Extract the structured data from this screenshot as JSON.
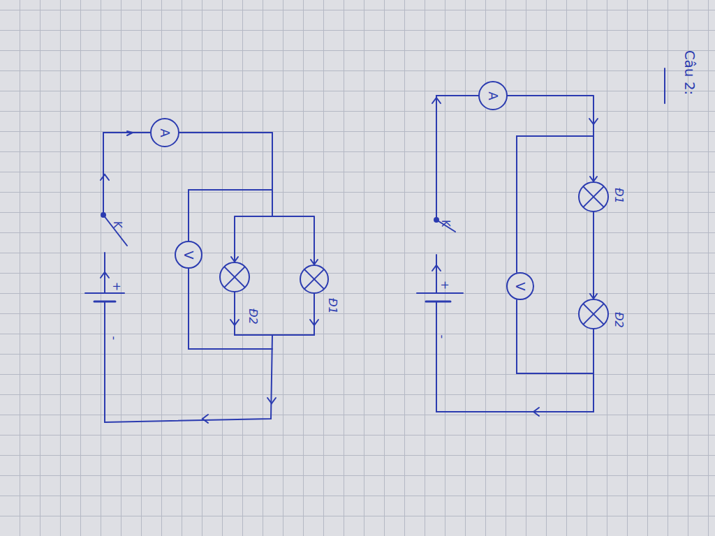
{
  "diagram": {
    "title": "Câu 2:",
    "nodes": [
      {
        "text": [
          "A"
        ]
      },
      {
        "text": [
          "V"
        ]
      },
      {
        "text": [
          "Đ2"
        ]
      },
      {
        "text": [
          "Đ1"
        ]
      },
      {
        "text": [
          "A"
        ]
      },
      {
        "text": [
          "V"
        ]
      },
      {
        "text": [
          "Đ1"
        ]
      },
      {
        "text": [
          "Đ2"
        ]
      }
    ],
    "edges": [
      {
        "from": 0,
        "to": 3,
        "arrow": "to"
      },
      {
        "from": 0,
        "to": 2,
        "arrow": "to"
      },
      {
        "from": 4,
        "to": 6,
        "arrow": "to"
      },
      {
        "from": 6,
        "to": 7,
        "arrow": "to"
      }
    ],
    "labels": [
      "K",
      "+",
      "-",
      "K",
      "+",
      "-"
    ]
  }
}
